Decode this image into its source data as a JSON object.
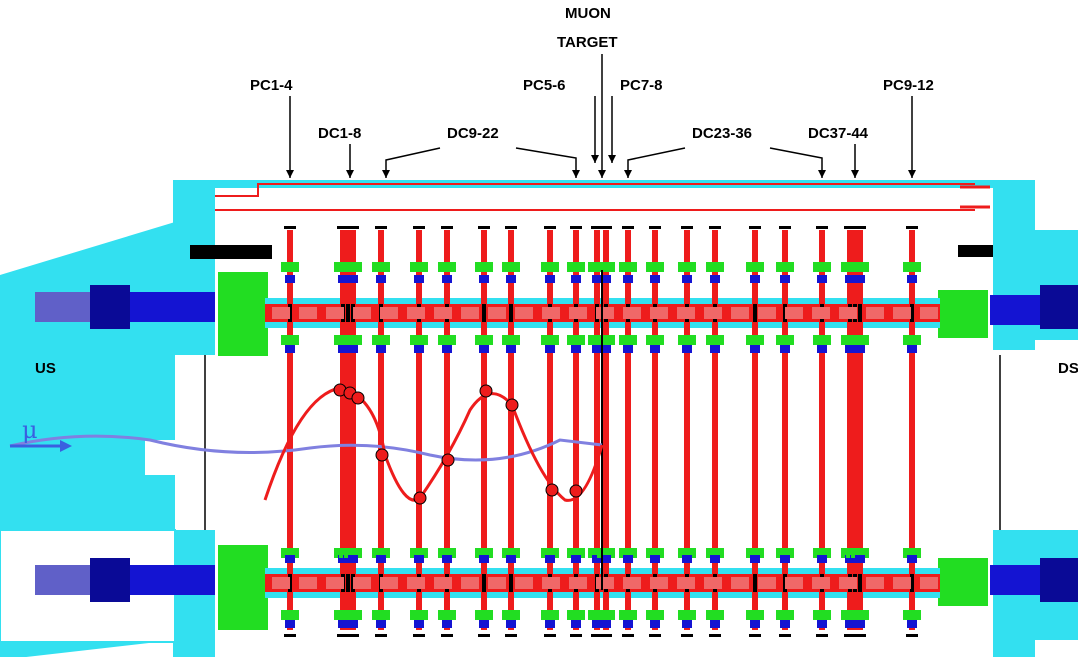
{
  "labels": {
    "muon_target_line1": "MUON",
    "muon_target_line2": "TARGET",
    "pc1_4": "PC1-4",
    "pc5_6": "PC5-6",
    "pc7_8": "PC7-8",
    "pc9_12": "PC9-12",
    "dc1_8": "DC1-8",
    "dc9_22": "DC9-22",
    "dc23_36": "DC23-36",
    "dc37_44": "DC37-44",
    "us": "US",
    "ds": "DS",
    "mu": "μ"
  },
  "colors": {
    "cyan": "#33e0f0",
    "red": "#ee1c1c",
    "green": "#22dd22",
    "blue": "#1414d2",
    "dark_blue": "#0a0a96",
    "track_blue": "#8080e0",
    "black": "#000000"
  },
  "icons": [
    "muon-arrow-icon"
  ]
}
